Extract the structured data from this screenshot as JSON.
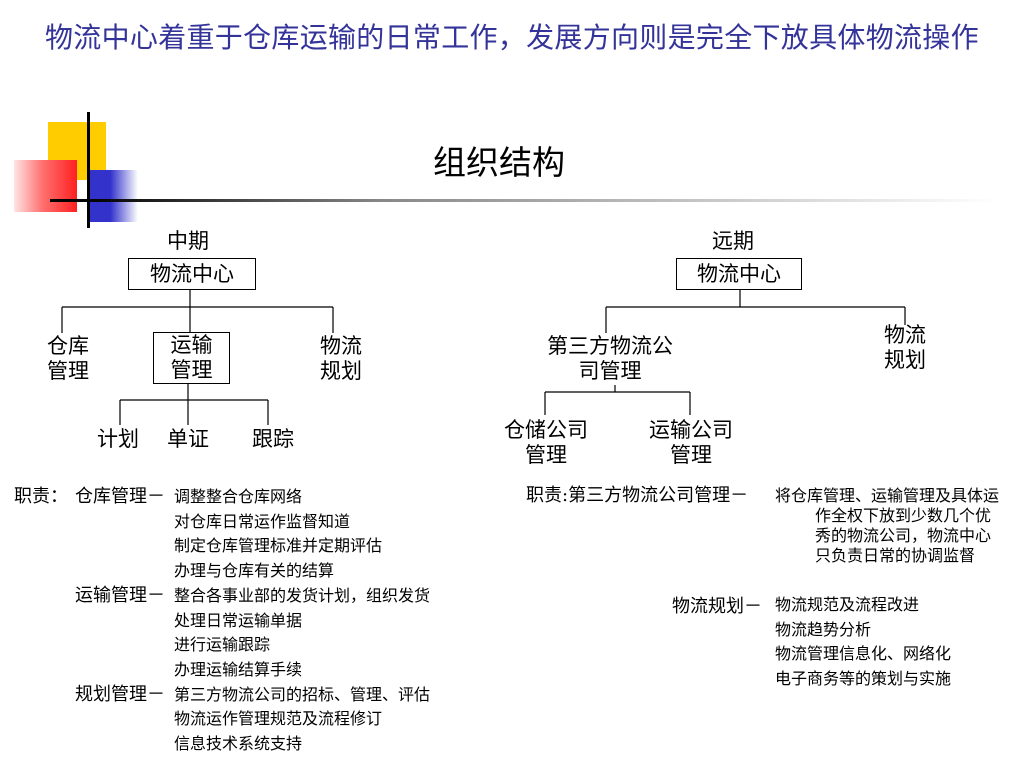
{
  "slide": {
    "title": "物流中心着重于仓库运输的日常工作，发展方向则是完全下放具体物流操作",
    "subtitle": "组织结构"
  },
  "colors": {
    "title": "#333399",
    "text": "#000000",
    "logo_yellow": "#ffcc00",
    "logo_blue": "#3333cc",
    "logo_red": "#ff2020"
  },
  "icons": {
    "corner_logo": "corner-decoration-icon"
  },
  "mid_term": {
    "label": "中期",
    "root": "物流中心",
    "branches": [
      {
        "lines": [
          "仓库",
          "管理"
        ]
      },
      {
        "lines": [
          "运输",
          "管理"
        ]
      },
      {
        "lines": [
          "物流",
          "规划"
        ]
      }
    ],
    "transport_children": [
      "计划",
      "单证",
      "跟踪"
    ]
  },
  "long_term": {
    "label": "远期",
    "root": "物流中心",
    "branches": [
      {
        "lines": [
          "第三方物流公",
          "司管理"
        ]
      },
      {
        "lines": [
          "物流",
          "规划"
        ]
      }
    ],
    "third_party_children": [
      {
        "lines": [
          "仓储公司",
          "管理"
        ]
      },
      {
        "lines": [
          "运输公司",
          "管理"
        ]
      }
    ]
  },
  "duties_mid": {
    "prefix": "职责：",
    "groups": [
      {
        "name": "仓库管理－",
        "items": [
          "调整整合仓库网络",
          "对仓库日常运作监督知道",
          "制定仓库管理标准并定期评估",
          "办理与仓库有关的结算"
        ]
      },
      {
        "name": "运输管理－",
        "items": [
          "整合各事业部的发货计划，组织发货",
          "处理日常运输单据",
          "进行运输跟踪",
          "办理运输结算手续"
        ]
      },
      {
        "name": "规划管理－",
        "items": [
          "第三方物流公司的招标、管理、评估",
          "物流运作管理规范及流程修订",
          "信息技术系统支持"
        ]
      }
    ]
  },
  "duties_long": {
    "groups": [
      {
        "name": "职责:第三方物流公司管理－",
        "lines": [
          "将仓库管理、运输管理及具体运",
          "作全权下放到少数几个优",
          "秀的物流公司，物流中心",
          "只负责日常的协调监督"
        ]
      },
      {
        "name": "物流规划－",
        "lines": [
          "物流规范及流程改进",
          "物流趋势分析",
          "物流管理信息化、网络化",
          "电子商务等的策划与实施"
        ]
      }
    ]
  }
}
